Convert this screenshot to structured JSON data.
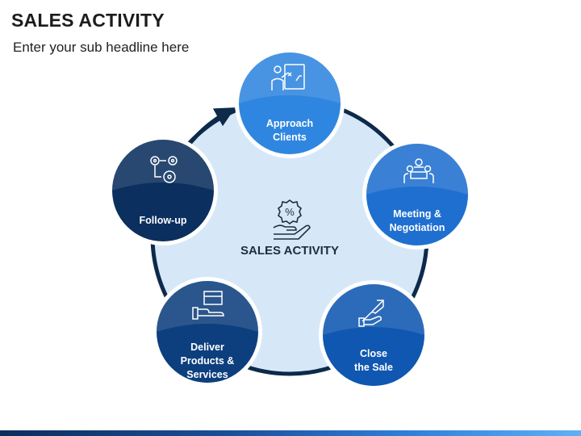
{
  "header": {
    "title": "SALES ACTIVITY",
    "subtitle": "Enter your sub headline here"
  },
  "center": {
    "label": "SALES ACTIVITY",
    "icon": "percent-hand-icon"
  },
  "colors": {
    "ring": "#0d2a4a",
    "hub": "#d6e8f8",
    "approach": "#2f86e0",
    "meeting": "#1f6fd0",
    "close": "#0f57b0",
    "deliver": "#0d3f7e",
    "followup": "#0b2f5e"
  },
  "steps": [
    {
      "id": "approach",
      "lines": [
        "Approach",
        "Clients"
      ],
      "icon": "strategy-board-icon"
    },
    {
      "id": "meeting",
      "lines": [
        "Meeting &",
        "Negotiation"
      ],
      "icon": "meeting-table-icon"
    },
    {
      "id": "close",
      "lines": [
        "Close",
        "the Sale"
      ],
      "icon": "growth-hand-icon"
    },
    {
      "id": "deliver",
      "lines": [
        "Deliver",
        "Products &",
        "Services"
      ],
      "icon": "box-hand-icon"
    },
    {
      "id": "followup",
      "lines": [
        "Follow-up"
      ],
      "icon": "gears-flow-icon"
    }
  ]
}
